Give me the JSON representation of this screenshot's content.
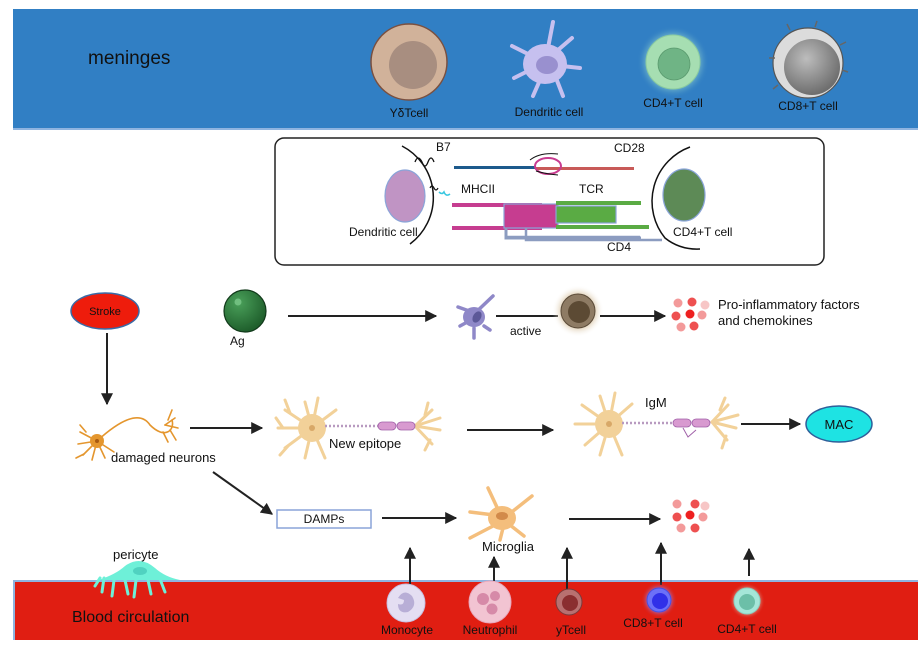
{
  "meninges": {
    "title": "meninges",
    "cells": [
      {
        "label": "YδTcell"
      },
      {
        "label": "Dendritic cell"
      },
      {
        "label": "CD4+T cell"
      },
      {
        "label": "CD8+T cell"
      }
    ]
  },
  "synapse": {
    "left_cell": "Dendritic cell",
    "right_cell": "CD4+T cell",
    "b7": "B7",
    "cd28": "CD28",
    "mhcii": "MHCII",
    "tcr": "TCR",
    "cd4": "CD4"
  },
  "pathway": {
    "stroke": "Stroke",
    "ag": "Ag",
    "active": "active",
    "pro_inflammatory_line1": "Pro-inflammatory factors",
    "pro_inflammatory_line2": "and chemokines",
    "damaged_neurons": "damaged neurons",
    "new_epitope": "New epitope",
    "igm": "IgM",
    "mac": "MAC",
    "damps": "DAMPs",
    "microglia": "Microglia",
    "pericyte": "pericyte"
  },
  "blood": {
    "title": "Blood circulation",
    "cells": [
      {
        "label": "Monocyte"
      },
      {
        "label": "Neutrophil"
      },
      {
        "label": "yTcell"
      },
      {
        "label": "CD8+T cell"
      },
      {
        "label": "CD4+T cell"
      }
    ]
  },
  "colors": {
    "meninges_band": "#317fc4",
    "blood_band": "#e01e12",
    "stroke_fill": "#ee1c0c",
    "mac_fill": "#1ee3e3",
    "mhc_magenta": "#c63d90",
    "tcr_green": "#5aab44",
    "b7_blue": "#1d5a8c",
    "cd28_red": "#c85a58",
    "cd4_gray": "#8c9cc0"
  }
}
